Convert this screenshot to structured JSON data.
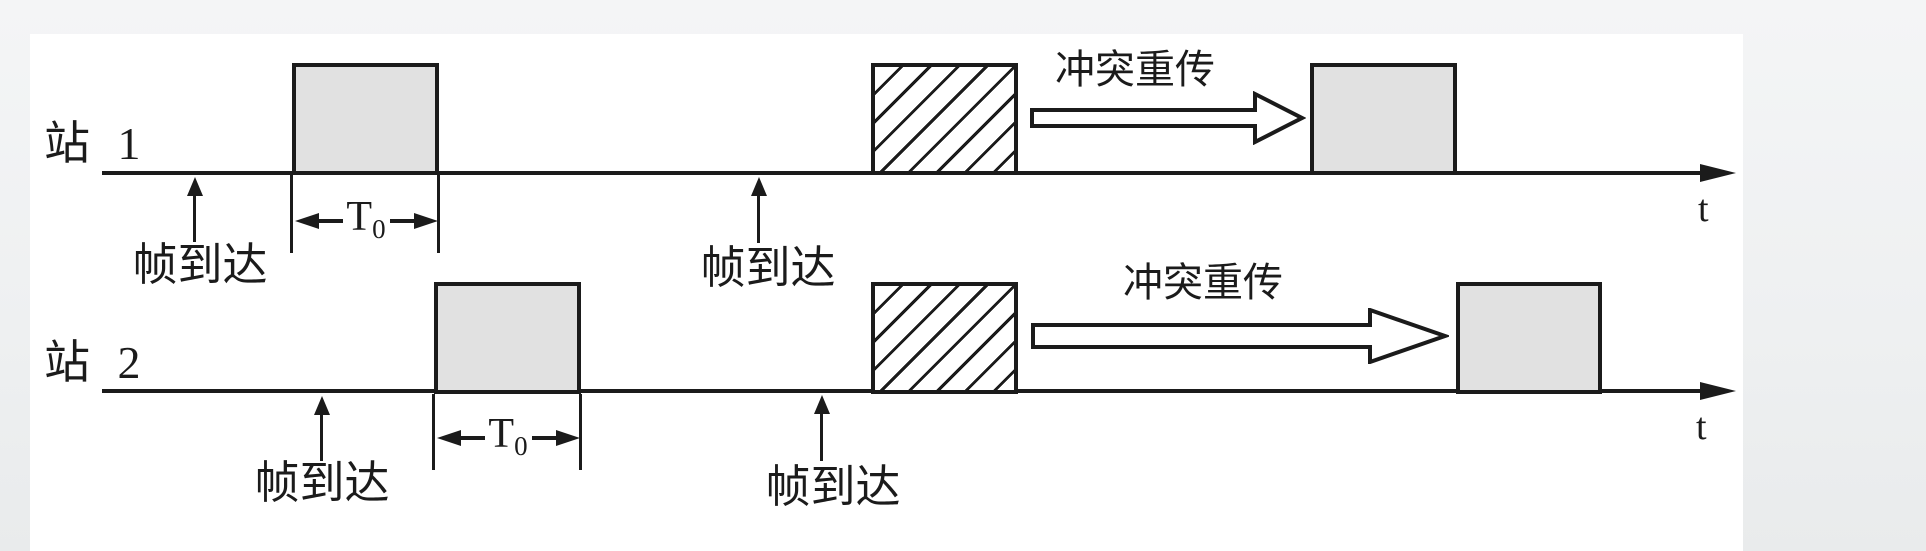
{
  "figure": {
    "description": "Pure ALOHA protocol timing diagram: two stations send frames, collide, and retransmit",
    "colors": {
      "ink": "#1b1b1b",
      "frame_fill": "#e1e1e1",
      "panel_background": "#ffffff",
      "page_background": "#eef0f1"
    }
  },
  "stations": [
    {
      "name": "站 1",
      "axis_label": "t",
      "arrivals": [
        {
          "label": "帧到达"
        },
        {
          "label": "帧到达"
        }
      ],
      "t0": {
        "main": "T",
        "sub": "0"
      },
      "retransmit_label": "冲突重传",
      "frames": [
        {
          "type": "data-frame"
        },
        {
          "type": "collision-frame"
        },
        {
          "type": "retransmitted-frame"
        }
      ]
    },
    {
      "name": "站 2",
      "axis_label": "t",
      "arrivals": [
        {
          "label": "帧到达"
        },
        {
          "label": "帧到达"
        }
      ],
      "t0": {
        "main": "T",
        "sub": "0"
      },
      "retransmit_label": "冲突重传",
      "frames": [
        {
          "type": "data-frame"
        },
        {
          "type": "collision-frame"
        },
        {
          "type": "retransmitted-frame"
        }
      ]
    }
  ]
}
